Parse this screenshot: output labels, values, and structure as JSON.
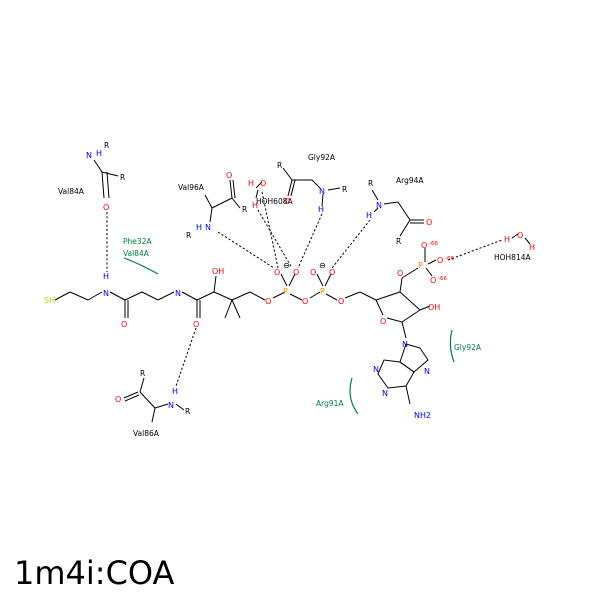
{
  "title": "1m4i:COA",
  "colors": {
    "carbon": "#000000",
    "nitrogen": "#0000ff",
    "oxygen": "#ff0000",
    "sulfur": "#cccc00",
    "phosphorus": "#ff8000",
    "hydrophobic": "#008040"
  },
  "atoms": {
    "sh": "SH",
    "n": "N",
    "h": "H",
    "o": "O",
    "oh": "OH",
    "p": "P",
    "nh2": "NH2",
    "r": "R",
    "minus": "⊖",
    "charge": "-66"
  },
  "residues": {
    "val84": "Val84A",
    "val96": "Val96A",
    "gly92_top": "Gly92A",
    "arg94": "Arg94A",
    "val86": "Val86A",
    "hoh608": "HOH608A",
    "hoh814": "HOH814A"
  },
  "hydrophobic": {
    "phe32": "Phe32A",
    "val84": "Val84A",
    "gly92": "Gly92A",
    "arg91": "Arg91A"
  }
}
